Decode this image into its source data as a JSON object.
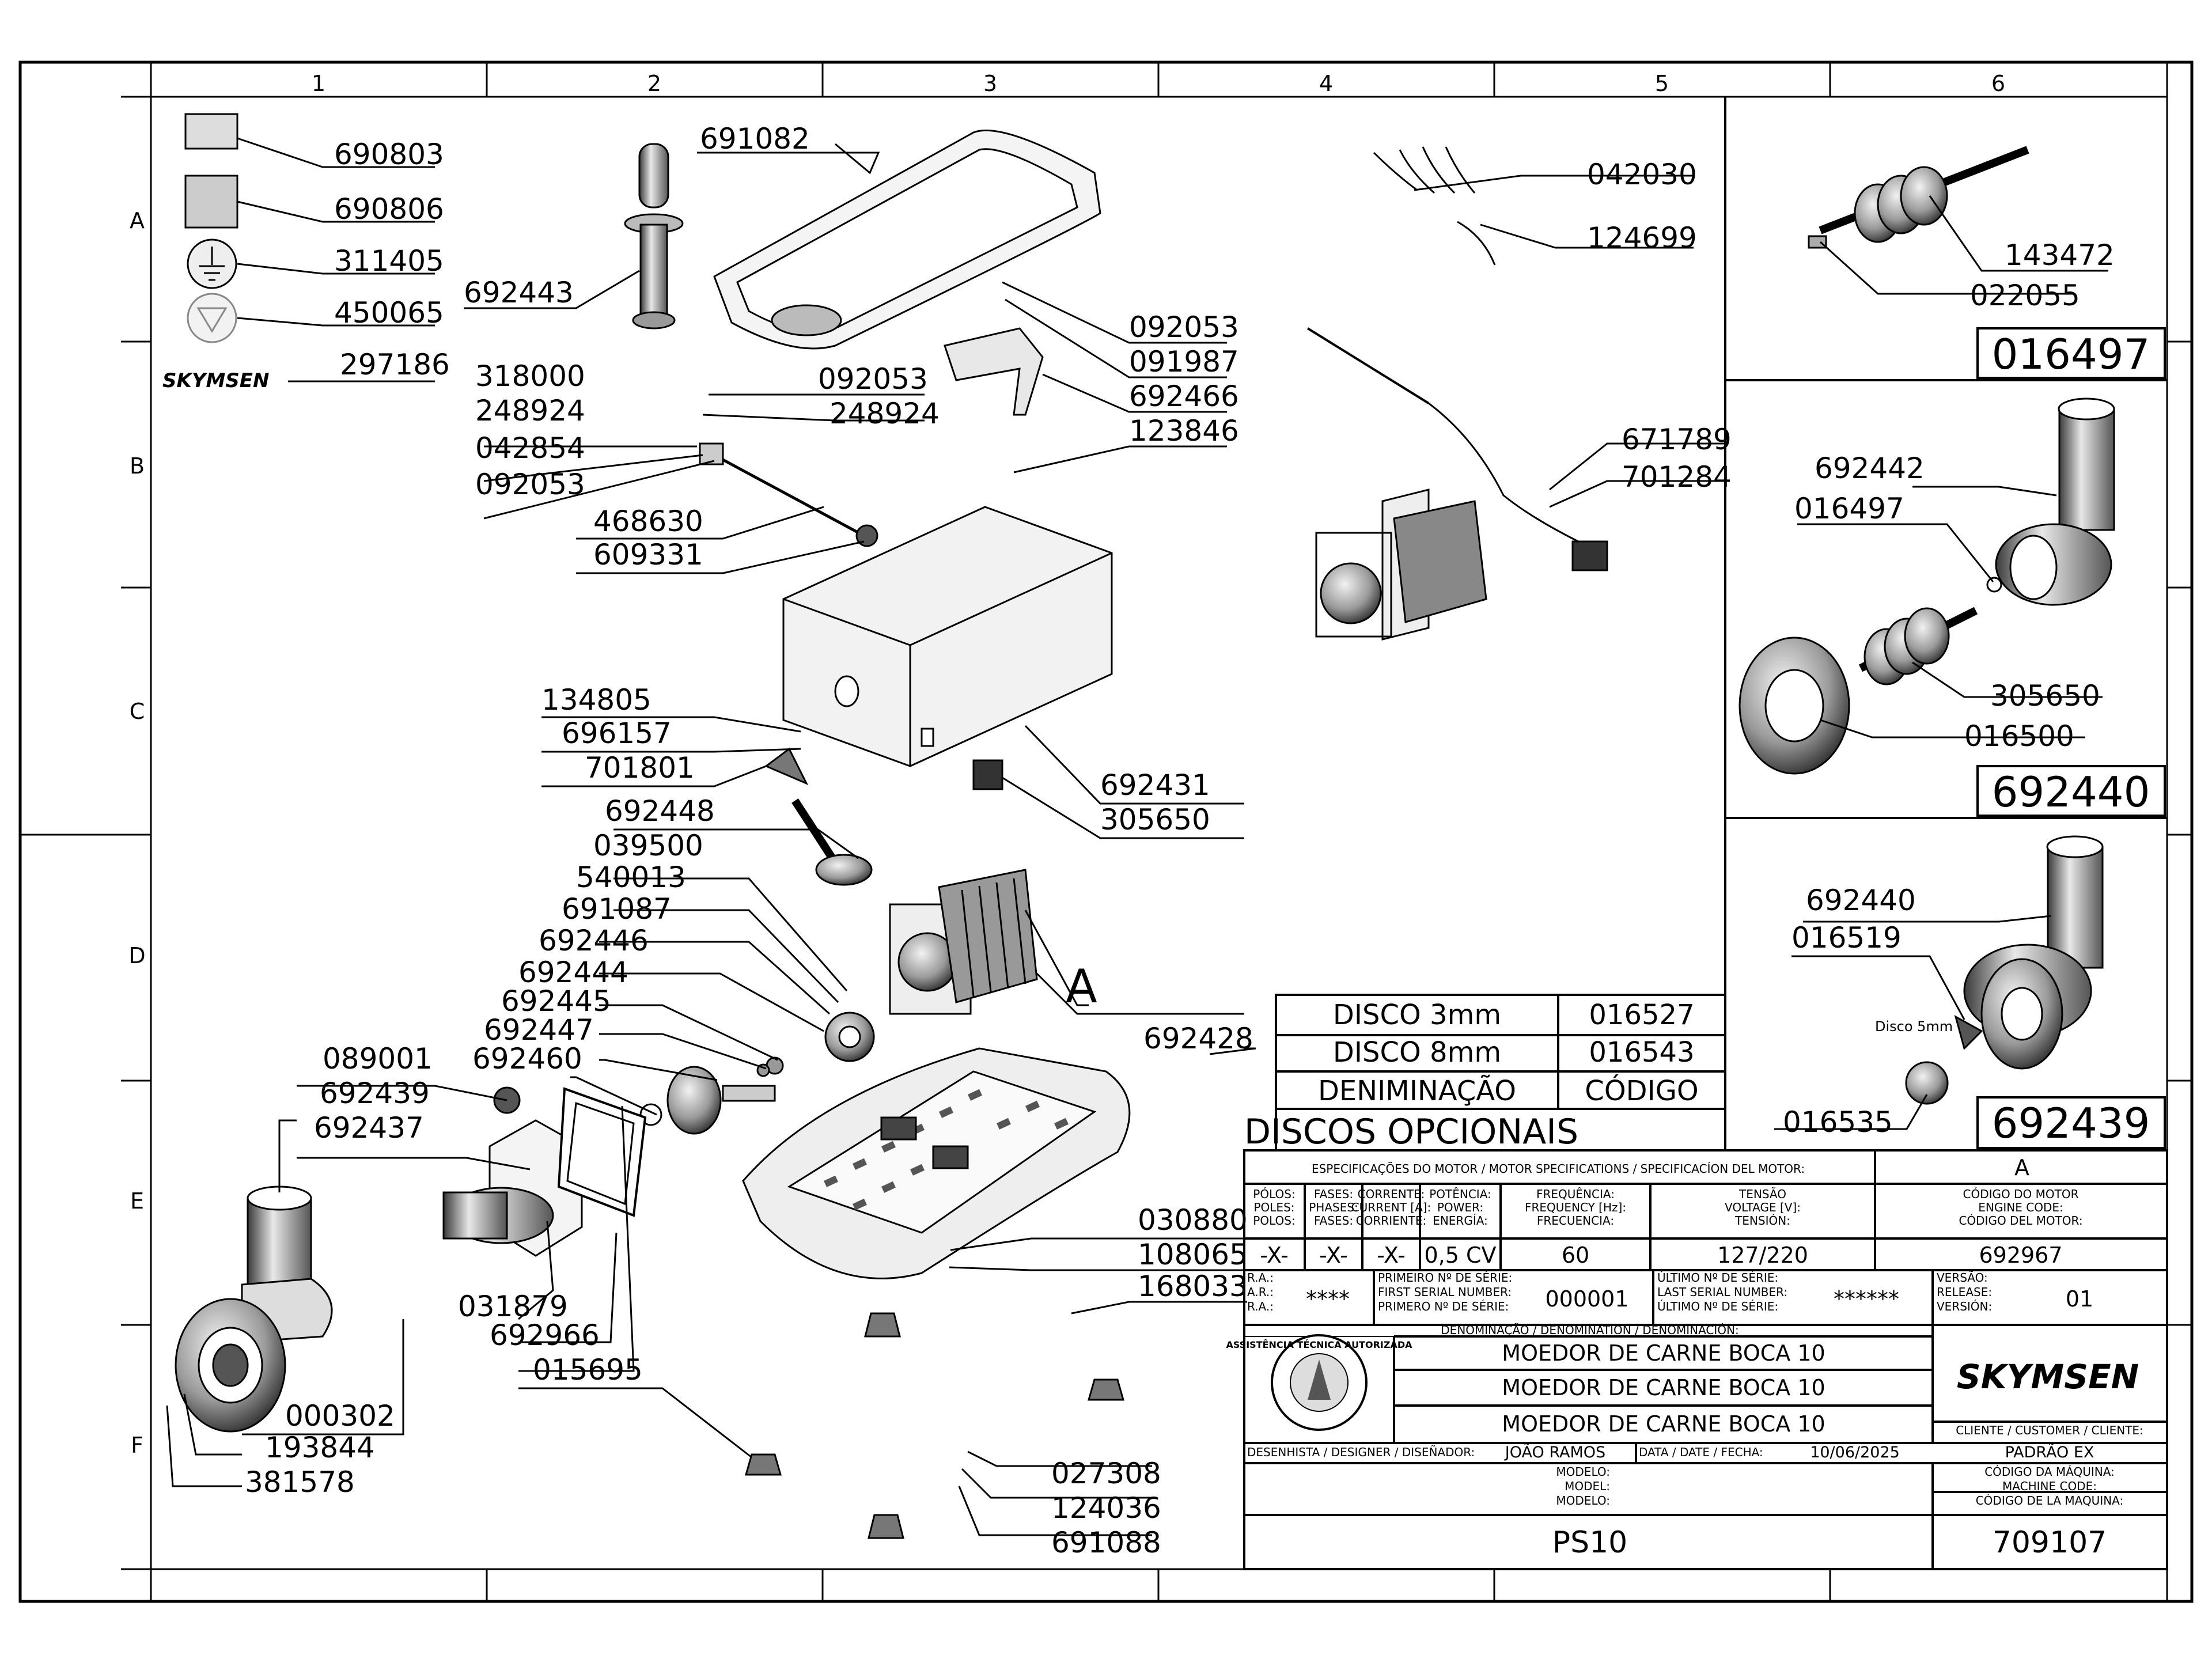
{
  "grid": {
    "columns": [
      "1",
      "2",
      "3",
      "4",
      "5",
      "6"
    ],
    "rows": [
      "A",
      "B",
      "C",
      "D",
      "E",
      "F"
    ]
  },
  "parts": {
    "p690803": "690803",
    "p690806": "690806",
    "p311405": "311405",
    "p450065": "450065",
    "p297186": "297186",
    "p692443": "692443",
    "p691082": "691082",
    "p092053a": "092053",
    "p091987": "091987",
    "p692466": "692466",
    "p123846": "123846",
    "p318000": "318000",
    "p248924a": "248924",
    "p042854": "042854",
    "p092053b": "092053",
    "p092053c": "092053",
    "p248924b": "248924",
    "p468630": "468630",
    "p609331": "609331",
    "p042030": "042030",
    "p124699": "124699",
    "p671789": "671789",
    "p701284": "701284",
    "p134805": "134805",
    "p696157": "696157",
    "p701801": "701801",
    "p692431": "692431",
    "p305650a": "305650",
    "p692448": "692448",
    "p039500": "039500",
    "p540013": "540013",
    "p691087": "691087",
    "p692446": "692446",
    "p692444": "692444",
    "p692445": "692445",
    "p692447": "692447",
    "p692460": "692460",
    "p089001": "089001",
    "p692439a": "692439",
    "p692437": "692437",
    "p692428": "692428",
    "p030880": "030880",
    "p108065": "108065",
    "p168033": "168033",
    "p031879": "031879",
    "p692966": "692966",
    "p015695": "015695",
    "p000302": "000302",
    "p193844": "193844",
    "p381578": "381578",
    "p027308": "027308",
    "p124036": "124036",
    "p691088": "691088",
    "p143472": "143472",
    "p022055": "022055",
    "p692442": "692442",
    "p016497": "016497",
    "p305650b": "305650",
    "p016500": "016500",
    "p692440": "692440",
    "p016519": "016519",
    "p016535": "016535",
    "detail_letter": "A",
    "disco_small": "Disco 5mm"
  },
  "subassemblies": {
    "s1": "016497",
    "s2": "692440",
    "s3": "692439"
  },
  "discs": {
    "title": "DISCOS OPCIONAIS",
    "header_name": "DENIMINAÇÃO",
    "header_code": "CÓDIGO",
    "rows": [
      {
        "name": "DISCO 3mm",
        "code": "016527"
      },
      {
        "name": "DISCO 8mm",
        "code": "016543"
      }
    ]
  },
  "title_block": {
    "engine_spec_title": "ESPECIFICAÇÕES DO MOTOR / MOTOR SPECIFICATIONS / SPECIFICACÍON DEL MOTOR:",
    "engine_letter": "A",
    "poles_label": [
      "PÓLOS:",
      "POLES:",
      "POLOS:"
    ],
    "phases_label": [
      "FASES:",
      "PHASES:",
      "FASES:"
    ],
    "current_label": [
      "CORRENTE:",
      "CURRENT [A]:",
      "CORRIENTE:"
    ],
    "power_label": [
      "POTÊNCIA:",
      "POWER:",
      "ENERGÍA:"
    ],
    "frequency_label": [
      "FREQUÊNCIA:",
      "FREQUENCY [Hz]:",
      "FRECUENCIA:"
    ],
    "voltage_label": [
      "TENSÃO",
      "VOLTAGE [V]:",
      "TENSIÓN:"
    ],
    "engine_code_label": [
      "CÓDIGO DO MOTOR",
      "ENGINE CODE:",
      "CÓDIGO DEL MOTOR:"
    ],
    "poles": "-X-",
    "phases": "-X-",
    "current": "-X-",
    "power": "0,5 CV",
    "frequency": "60",
    "voltage": "127/220",
    "engine_code": "692967",
    "ra_label": [
      "R.A.:",
      "A.R.:",
      "R.A.:"
    ],
    "ra_value": "****",
    "first_serial_label": [
      "PRIMEIRO Nº DE SÉRIE:",
      "FIRST SERIAL NUMBER:",
      "PRIMERO Nº DE SÉRIE:"
    ],
    "first_serial": "000001",
    "last_serial_label": [
      "ÚLTIMO Nº DE SÉRIE:",
      "LAST SERIAL NUMBER:",
      "ÚLTIMO Nº DE SÉRIE:"
    ],
    "last_serial": "******",
    "version_label": [
      "VERSÃO:",
      "RELEASE:",
      "VERSIÓN:"
    ],
    "version": "01",
    "denomination_label": "DENOMINAÇÃO / DENOMINATION / DENOMINACIÓN:",
    "denominations": [
      "MOEDOR DE CARNE BOCA 10",
      "MOEDOR DE CARNE BOCA 10",
      "MOEDOR DE CARNE BOCA 10"
    ],
    "brand": "SKYMSEN",
    "seal_text": "ASSISTÊNCIA TÉCNICA AUTORIZADA",
    "client_label": "CLIENTE / CUSTOMER / CLIENTE:",
    "client": "PADRÃO EX",
    "designer_label": "DESENHISTA / DESIGNER / DISEÑADOR:",
    "designer": "JOÃO RAMOS",
    "date_label": "DATA / DATE / FECHA:",
    "date": "10/06/2025",
    "model_label": [
      "MODELO:",
      "MODEL:",
      "MODELO:"
    ],
    "model": "PS10",
    "machine_code_label": [
      "CÓDIGO DA MÁQUINA:",
      "MACHINE CODE:",
      "CÓDIGO DE LA MAQUINA:"
    ],
    "machine_code": "709107"
  },
  "colors": {
    "ink": "#000000",
    "paper": "#ffffff",
    "shade": "#6b6b6b"
  }
}
